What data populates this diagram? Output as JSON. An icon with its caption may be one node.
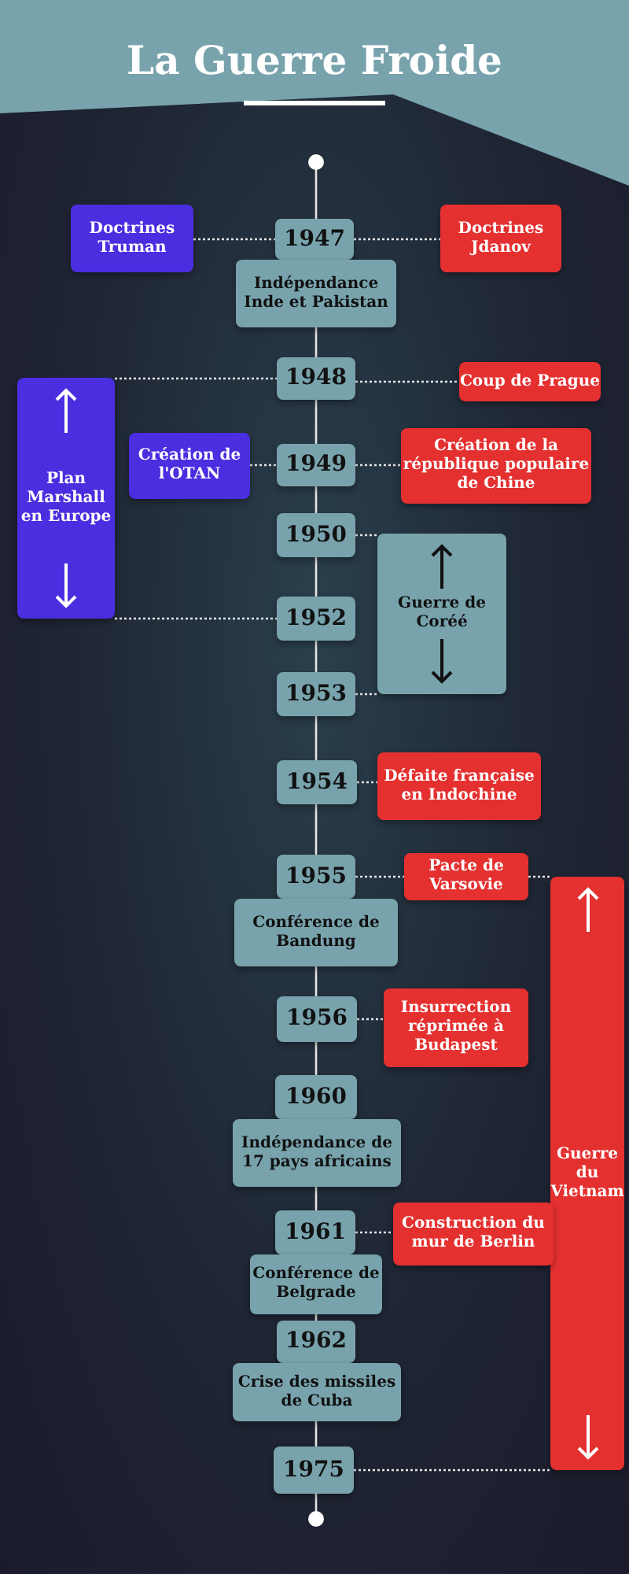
{
  "diagram": {
    "title": "La Guerre Froide",
    "nodes": [
      {
        "text": [],
        "shape": "circle"
      },
      {
        "text": [
          "Doctrines Truman"
        ]
      },
      {
        "text": [
          "1947"
        ]
      },
      {
        "text": [
          "Doctrines Jdanov"
        ]
      },
      {
        "text": [
          "Indépendance Inde et Pakistan"
        ]
      },
      {
        "text": [
          "1948"
        ]
      },
      {
        "text": [
          "Coup de Prague"
        ]
      },
      {
        "text": [
          "Plan Marshall en Europe"
        ]
      },
      {
        "text": [
          "Création de l'OTAN"
        ]
      },
      {
        "text": [
          "1949"
        ]
      },
      {
        "text": [
          "Création de la république populaire de Chine"
        ]
      },
      {
        "text": [
          "1950"
        ]
      },
      {
        "text": [
          "Guerre de Coréé"
        ]
      },
      {
        "text": [
          "1952"
        ]
      },
      {
        "text": [
          "1953"
        ]
      },
      {
        "text": [
          "1954"
        ]
      },
      {
        "text": [
          "Défaite française en Indochine"
        ]
      },
      {
        "text": [
          "1955"
        ]
      },
      {
        "text": [
          "Pacte de Varsovie"
        ]
      },
      {
        "text": [
          "Guerre du Vietnam"
        ]
      },
      {
        "text": [
          "Conférence de Bandung"
        ]
      },
      {
        "text": [
          "1956"
        ]
      },
      {
        "text": [
          "Insurrection réprimée à Budapest"
        ]
      },
      {
        "text": [
          "1960"
        ]
      },
      {
        "text": [
          "Indépendance de 17 pays africains"
        ]
      },
      {
        "text": [
          "1961"
        ]
      },
      {
        "text": [
          "Construction du mur de Berlin"
        ]
      },
      {
        "text": [
          "Conférence de Belgrade"
        ]
      },
      {
        "text": [
          "1962"
        ]
      },
      {
        "text": [
          "Crise des missiles de Cuba"
        ]
      },
      {
        "text": [
          "1975"
        ]
      },
      {
        "text": [],
        "shape": "circle"
      }
    ],
    "edges": [
      {
        "from": 0,
        "to": 2,
        "arrow": "none"
      },
      {
        "from": 4,
        "to": 5,
        "arrow": "none"
      },
      {
        "from": 5,
        "to": 9,
        "arrow": "none"
      },
      {
        "from": 9,
        "to": 11,
        "arrow": "none"
      },
      {
        "from": 11,
        "to": 13,
        "arrow": "none"
      },
      {
        "from": 13,
        "to": 14,
        "arrow": "none"
      },
      {
        "from": 14,
        "to": 15,
        "arrow": "none"
      },
      {
        "from": 15,
        "to": 17,
        "arrow": "none"
      },
      {
        "from": 20,
        "to": 21,
        "arrow": "none"
      },
      {
        "from": 21,
        "to": 23,
        "arrow": "none"
      },
      {
        "from": 24,
        "to": 25,
        "arrow": "none"
      },
      {
        "from": 27,
        "to": 28,
        "arrow": "none"
      },
      {
        "from": 29,
        "to": 30,
        "arrow": "none"
      },
      {
        "from": 30,
        "to": 31,
        "arrow": "none"
      },
      {
        "from": 1,
        "to": 2,
        "arrow": "none",
        "style": "dashed"
      },
      {
        "from": 2,
        "to": 3,
        "arrow": "none",
        "style": "dashed"
      },
      {
        "from": 7,
        "to": 5,
        "arrow": "none",
        "style": "dashed"
      },
      {
        "from": 5,
        "to": 6,
        "arrow": "none",
        "style": "dashed"
      },
      {
        "from": 8,
        "to": 9,
        "arrow": "none",
        "style": "dashed"
      },
      {
        "from": 9,
        "to": 10,
        "arrow": "none",
        "style": "dashed"
      },
      {
        "from": 11,
        "to": 12,
        "arrow": "none",
        "style": "dashed"
      },
      {
        "from": 7,
        "to": 13,
        "arrow": "none",
        "style": "dashed"
      },
      {
        "from": 14,
        "to": 12,
        "arrow": "none",
        "style": "dashed"
      },
      {
        "from": 15,
        "to": 16,
        "arrow": "none",
        "style": "dashed"
      },
      {
        "from": 17,
        "to": 18,
        "arrow": "none",
        "style": "dashed"
      },
      {
        "from": 18,
        "to": 19,
        "arrow": "none",
        "style": "dashed"
      },
      {
        "from": 21,
        "to": 22,
        "arrow": "none",
        "style": "dashed"
      },
      {
        "from": 25,
        "to": 26,
        "arrow": "none",
        "style": "dashed"
      },
      {
        "from": 30,
        "to": 19,
        "arrow": "none",
        "style": "dashed"
      }
    ]
  }
}
